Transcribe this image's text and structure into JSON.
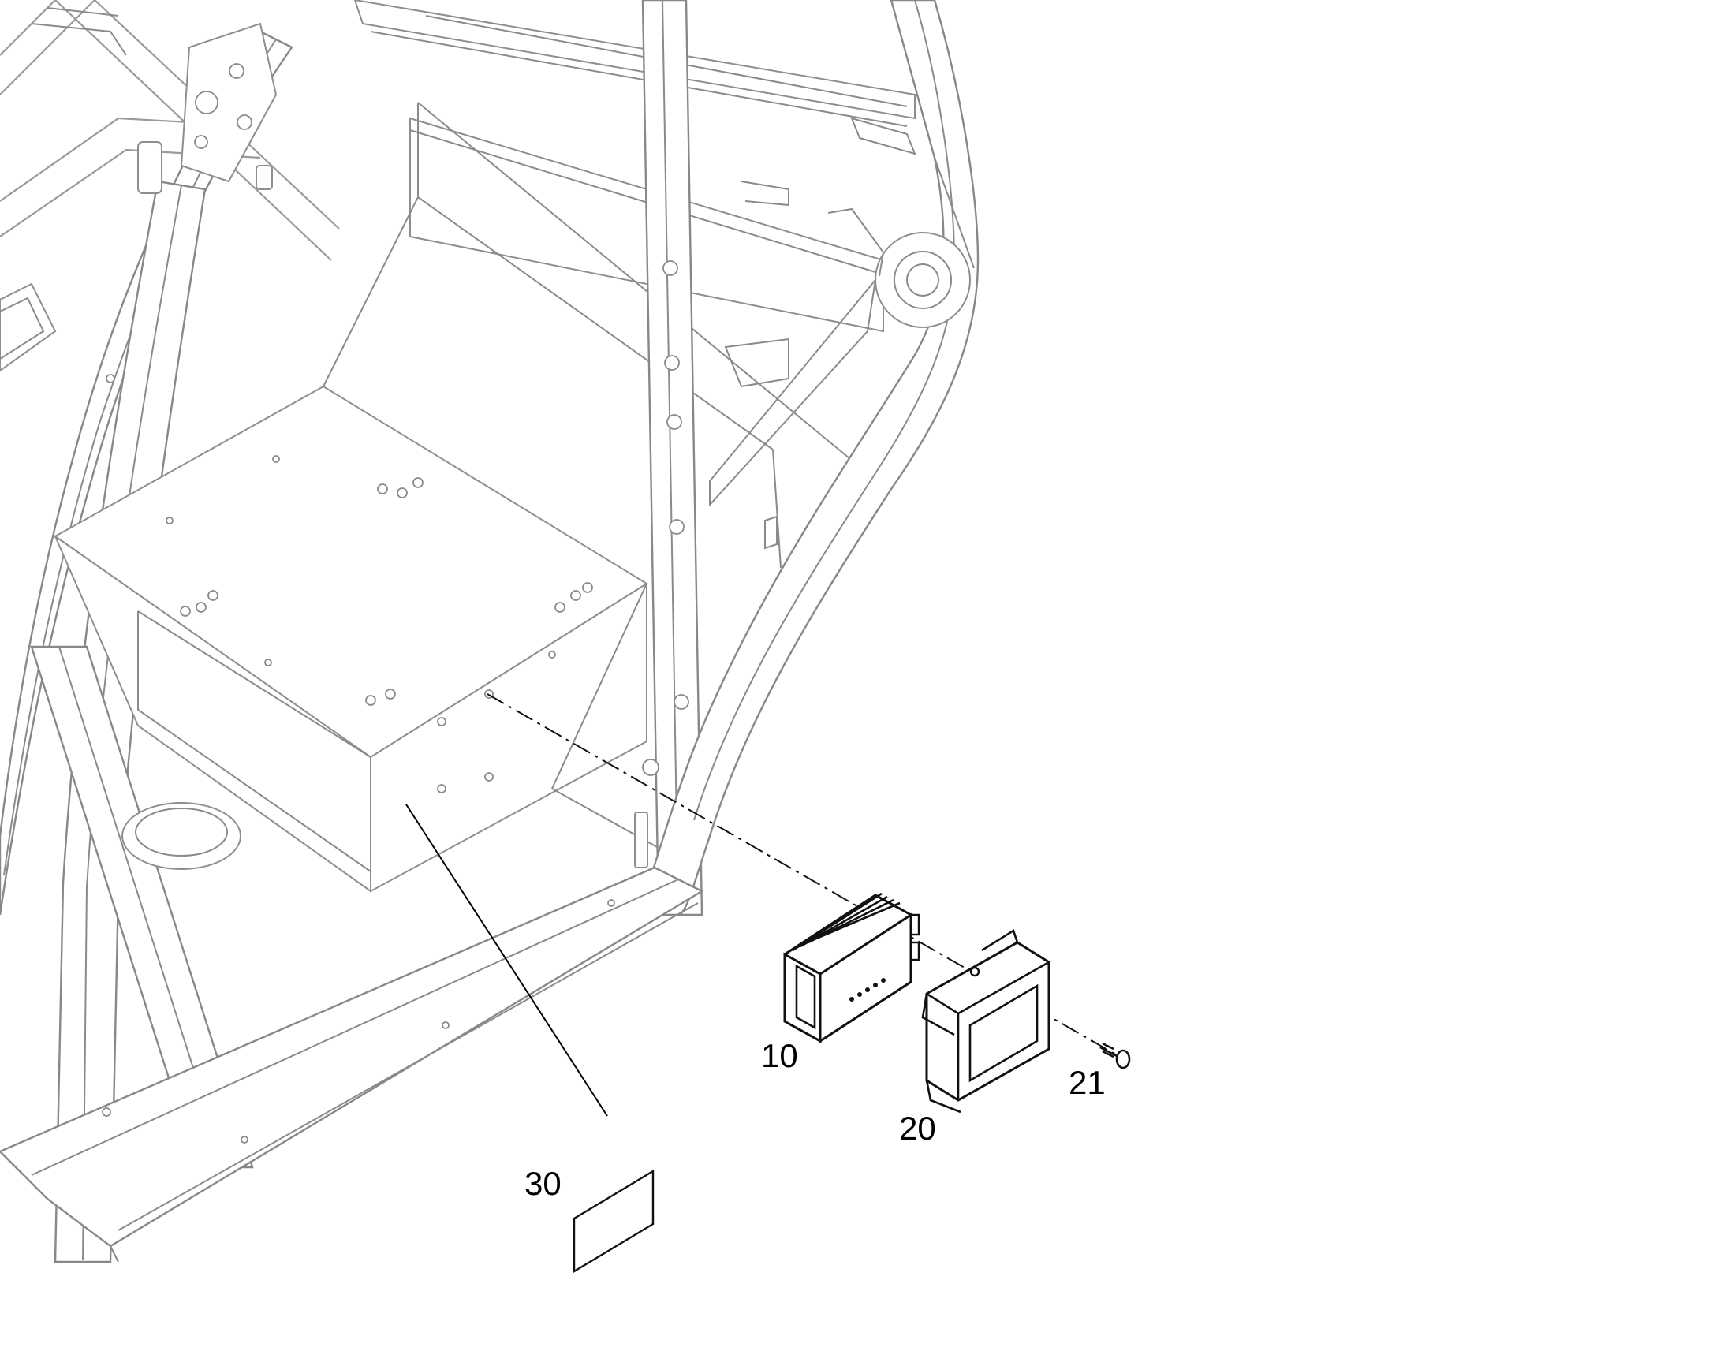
{
  "figure": {
    "callouts": [
      {
        "id": "c10",
        "label": "10",
        "part": "control-module"
      },
      {
        "id": "c20",
        "label": "20",
        "part": "mounting-bracket"
      },
      {
        "id": "c21",
        "label": "21",
        "part": "screw"
      },
      {
        "id": "c30",
        "label": "30",
        "part": "label-decal"
      }
    ]
  }
}
